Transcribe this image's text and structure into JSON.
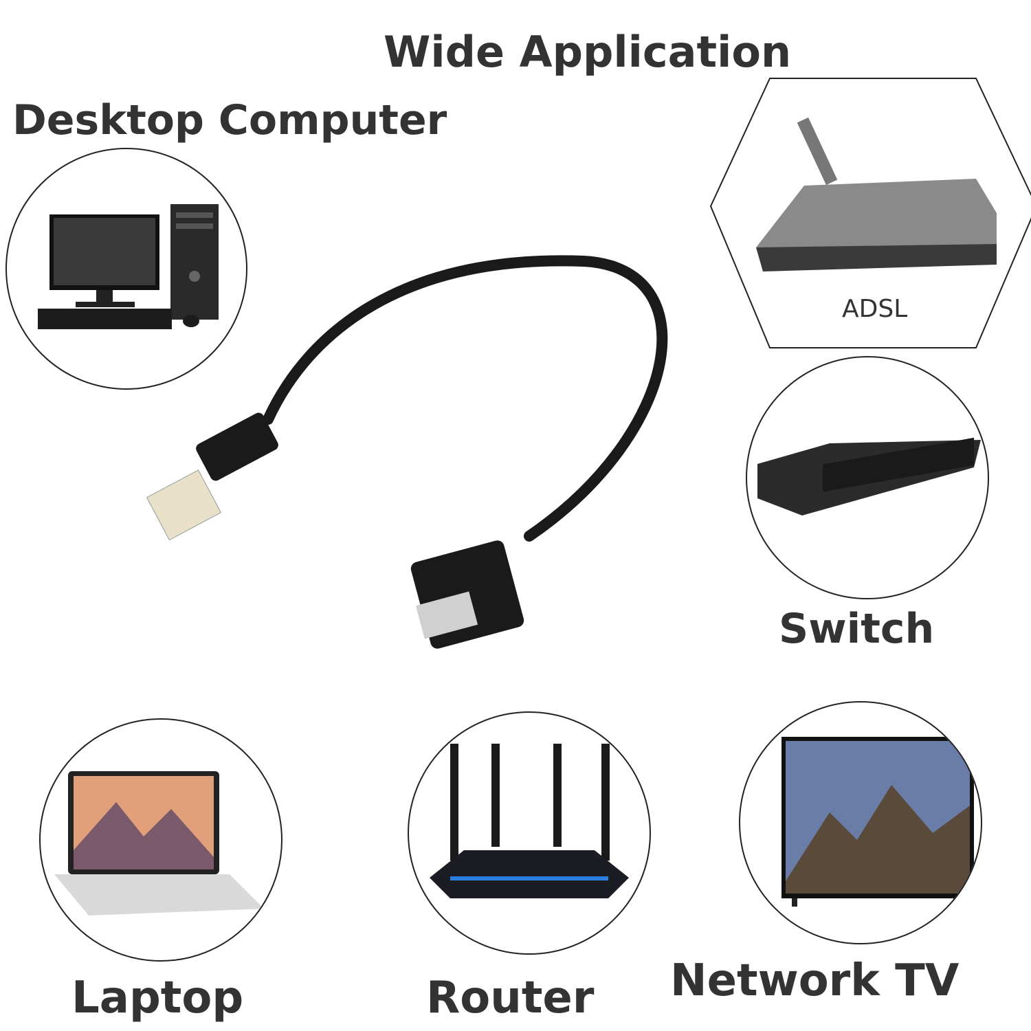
{
  "title": "Wide Application",
  "devices": {
    "desktop": "Desktop Computer",
    "adsl": "ADSL",
    "switch": "Switch",
    "laptop": "Laptop",
    "router": "Router",
    "tv": "Network TV"
  },
  "colors": {
    "text": "#333333",
    "cable": "#1a1a1a",
    "router_glow": "#2a7fe0"
  }
}
